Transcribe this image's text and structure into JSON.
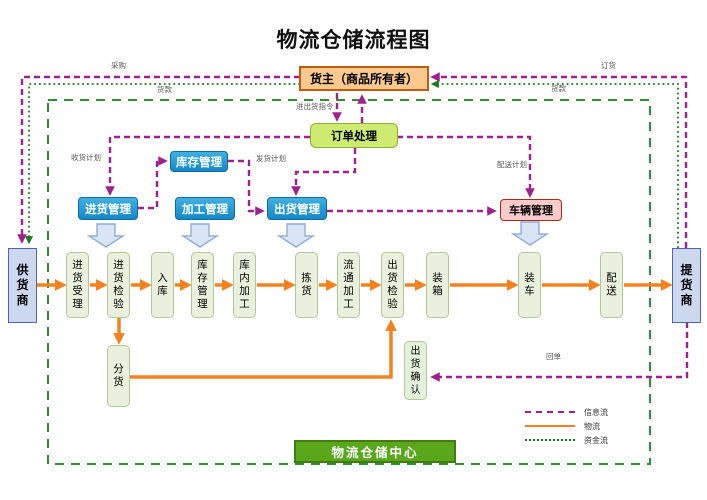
{
  "title": "物流仓储流程图",
  "nodes": {
    "owner": "货主（商品所有者）",
    "order_processing": "订单处理",
    "inbound_mgmt": "进货管理",
    "inventory_mgmt": "库存管理",
    "process_mgmt": "加工管理",
    "outbound_mgmt": "出货管理",
    "vehicle_mgmt": "车辆管理",
    "supplier": "供货商",
    "consignee": "提货商",
    "sorting": "分货",
    "ship_confirm": "出货确认",
    "center": "物流仓储中心"
  },
  "flow": {
    "steps": [
      "进货受理",
      "进货检验",
      "入库",
      "库存管理",
      "库内加工",
      "拣货",
      "流通加工",
      "出货检验",
      "装箱",
      "装车",
      "配送"
    ]
  },
  "edge_labels": {
    "purchase": "采购",
    "payment_left": "货款",
    "order": "订货",
    "payment_right": "货款",
    "inout_instruction": "进出货指令",
    "receiving_plan": "收货计划",
    "shipping_plan": "发货计划",
    "delivery_plan": "配送计划",
    "receipt": "回单"
  },
  "legend": {
    "info_flow": "信息流",
    "material_flow": "物流",
    "capital_flow": "资金流"
  },
  "colors": {
    "info_flow": "#a1208f",
    "material_flow": "#f6821f",
    "capital_flow": "#1c7a1c",
    "boundary": "#2f8f2f",
    "owner_fill": "#fbc98d",
    "mgmt_fill": "#1e9ad8",
    "vehicle_fill": "#f9caca",
    "order_fill": "#cdea71",
    "step_fill": "#e9f1de",
    "side_fill": "#cdd8ef",
    "center_fill": "#5aa71c"
  }
}
